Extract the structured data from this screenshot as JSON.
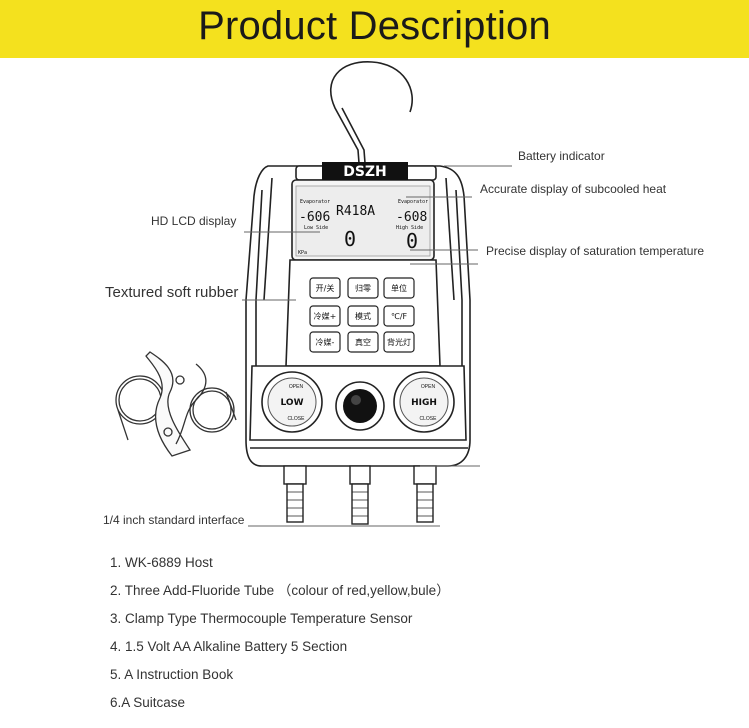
{
  "banner": {
    "title": "Product Description"
  },
  "device": {
    "brand": "DSZH",
    "refrigerant": "R418A",
    "lcd_left_value": "-606",
    "lcd_right_value": "-608",
    "lcd_left_center": "0",
    "lcd_right_center": "0",
    "lcd_left_small_top": "Evaporator",
    "lcd_right_small_top": "Evaporator",
    "lcd_left_label": "Low Side",
    "lcd_right_label": "High Side",
    "lcd_unit": "KPa",
    "buttons": [
      {
        "label": "开/关"
      },
      {
        "label": "归零"
      },
      {
        "label": "单位"
      },
      {
        "label": "冷媒+"
      },
      {
        "label": "模式"
      },
      {
        "label": "℃/F"
      },
      {
        "label": "冷媒-"
      },
      {
        "label": "真空"
      },
      {
        "label": "背光灯"
      }
    ],
    "knob_low_label": "LOW",
    "knob_high_label": "HIGH",
    "knob_open": "OPEN",
    "knob_close": "CLOSE"
  },
  "callouts": {
    "battery": "Battery indicator",
    "subcooled": "Accurate display of subcooled heat",
    "lcd": "HD LCD display",
    "saturation": "Precise display of saturation temperature",
    "rubber": "Textured soft rubber",
    "interface": "1/4 inch standard interface"
  },
  "package_items": [
    "1. WK-6889 Host",
    "2. Three Add-Fluoride Tube （colour of red,yellow,bule）",
    "3. Clamp Type Thermocouple Temperature Sensor",
    "4. 1.5 Volt AA Alkaline Battery 5 Section",
    "5. A Instruction Book",
    "6.A Suitcase"
  ]
}
